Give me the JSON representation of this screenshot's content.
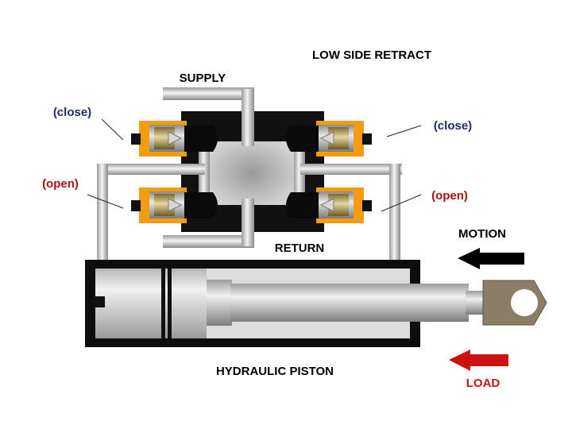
{
  "title": "LOW SIDE RETRACT",
  "labels": {
    "supply": "SUPPLY",
    "return": "RETURN",
    "motion": "MOTION",
    "load": "LOAD",
    "piston": "HYDRAULIC PISTON",
    "close_left": "(close)",
    "close_right": "(close)",
    "open_left": "(open)",
    "open_right": "(open)"
  },
  "colors": {
    "close_label": "#1f2a6b",
    "open_label": "#aa1111",
    "load_arrow": "#cc1111",
    "motion_arrow": "#000000",
    "valve_housing": "#f59b12",
    "clevis": "#8a7e66"
  },
  "icons": {
    "motion_arrow": "left-arrow",
    "load_arrow": "left-arrow"
  }
}
